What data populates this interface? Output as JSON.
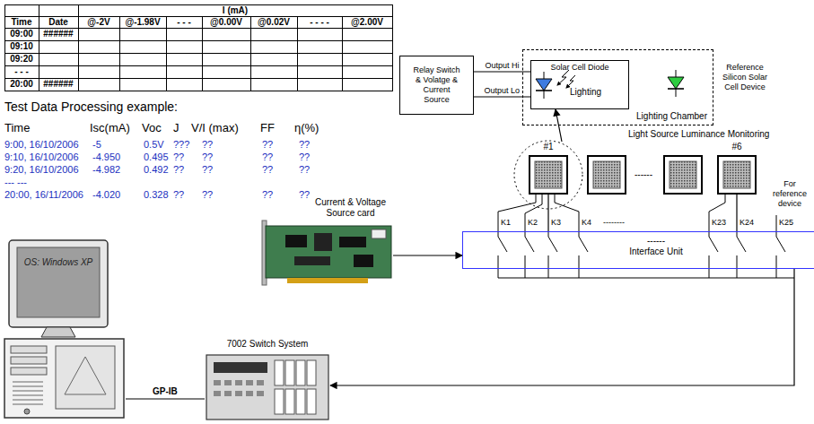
{
  "diagram": {
    "nodes": [
      {
        "text": [
          "Relay Switch & Volatge & Current Source"
        ]
      },
      {
        "text": [
          "Lighting Chamber"
        ]
      },
      {
        "text": [
          "Solar Cell Diode",
          "Lighting"
        ],
        "in": 1
      },
      {
        "text": [
          "#1"
        ]
      },
      {
        "text": [
          "#6"
        ]
      },
      {
        "text": [
          "Current & Voltage Source card"
        ]
      },
      {
        "text": [
          "------",
          "Interface Unit"
        ]
      },
      {
        "text": [
          "OS: Windows XP"
        ]
      },
      {
        "text": [
          "7002 Switch System"
        ]
      }
    ],
    "edges": [
      {
        "from": 0,
        "to": 2,
        "label": "Output Hi",
        "arrow": "none"
      },
      {
        "from": 0,
        "to": 2,
        "label": "Output Lo",
        "arrow": "none"
      },
      {
        "from": 3,
        "to": 2,
        "arrow": "to"
      },
      {
        "from": 3,
        "to": 6,
        "arrow": "none"
      },
      {
        "from": 4,
        "to": 6,
        "arrow": "none"
      },
      {
        "from": 5,
        "to": 6,
        "arrow": "to"
      },
      {
        "from": 7,
        "to": 8,
        "label": "GP-IB",
        "arrow": "none"
      },
      {
        "from": 6,
        "to": 8,
        "arrow": "to"
      }
    ],
    "labels": [
      "I (mA)",
      "Time",
      "Date",
      "@-2V",
      "@-1.98V",
      "- - -",
      "@0.00V",
      "@0.02V",
      "- - - -",
      "@2.00V",
      "09:00",
      "######",
      "09:10",
      "09:20",
      "- - -",
      "20:00",
      "######",
      "Test Data Processing example:",
      "Time",
      "Isc(mA)",
      "Voc",
      "J",
      "V/I (max)",
      "FF",
      "η(%)",
      "9:00, 16/10/2006",
      "-5",
      "0.5V",
      "???",
      "??",
      "??",
      "??",
      "9:10, 16/10/2006",
      "-4.950",
      "0.495",
      "??",
      "??",
      "??",
      "??",
      "9:20, 16/10/2006",
      "-4.982",
      "0.492",
      "??",
      "??",
      "??",
      "??",
      "--- ---",
      "20:00, 16/11/2006",
      "-4.020",
      "0.328",
      "??",
      "??",
      "??",
      "??",
      "Reference Silicon Solar Cell Device",
      "Light Source Luminance Monitoring",
      "------",
      "K1",
      "K2",
      "K3",
      "K4",
      "--------",
      "K23",
      "K24",
      "K25",
      "For reference device"
    ]
  }
}
